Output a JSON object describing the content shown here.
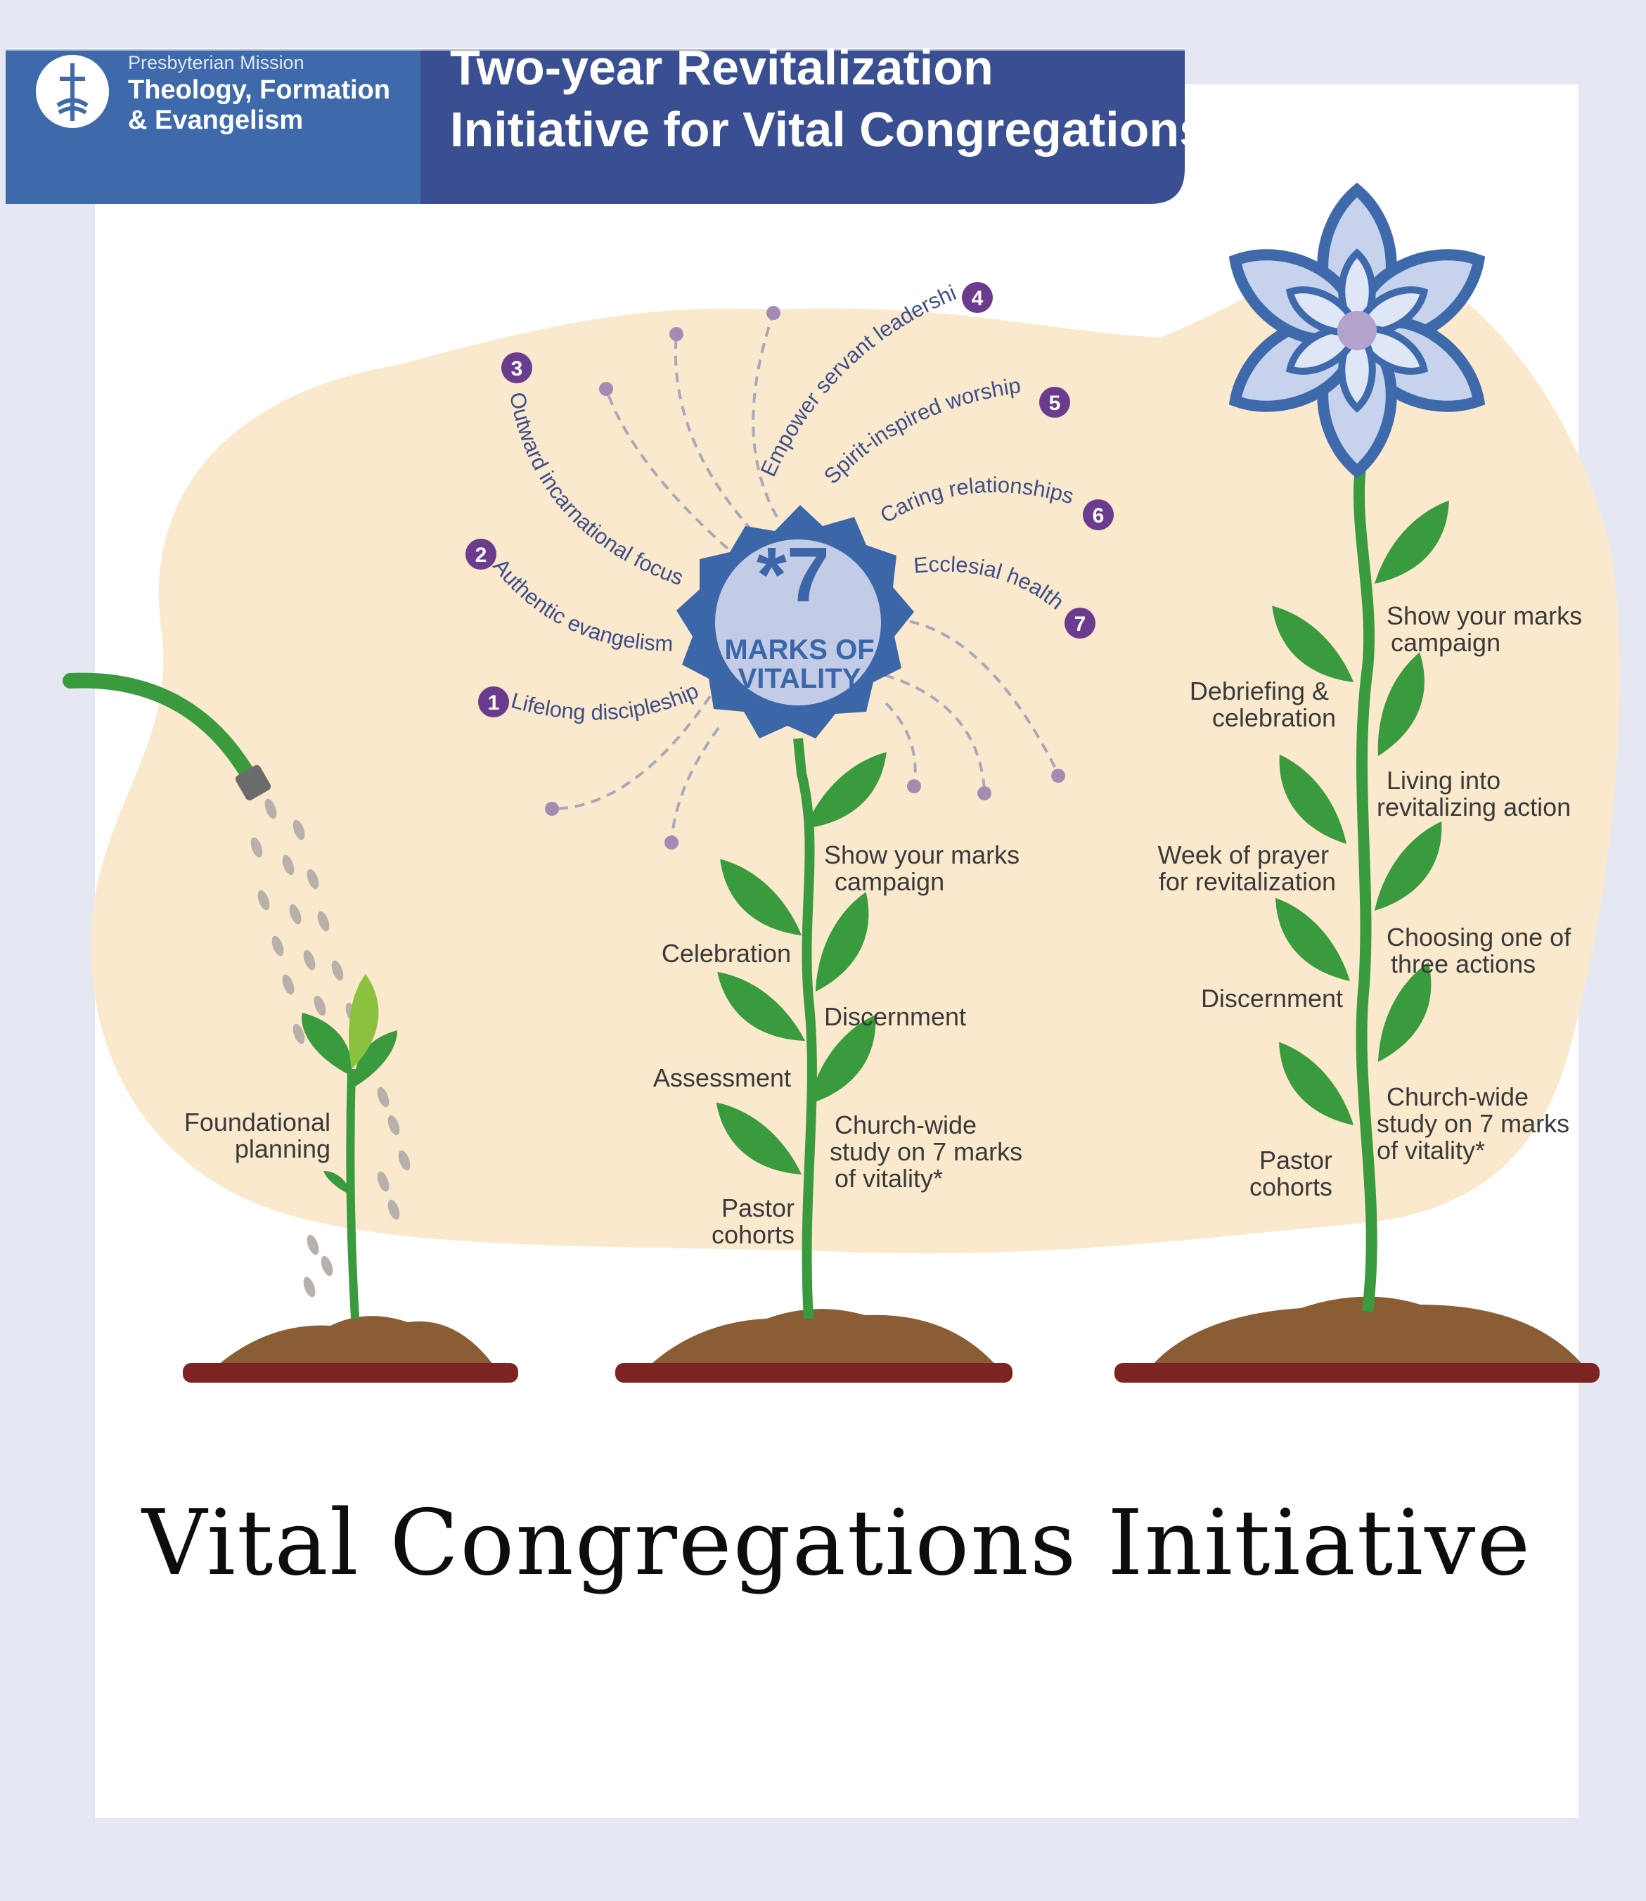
{
  "header": {
    "org_small": "Presbyterian Mission",
    "org_line1": "Theology, Formation",
    "org_line2": "& Evangelism",
    "title_line1": "Two-year Revitalization",
    "title_line2": "Initiative for Vital Congregations"
  },
  "badge": {
    "star_number": "*7",
    "line1": "MARKS OF",
    "line2": "VITALITY"
  },
  "marks": [
    {
      "number": "1",
      "label": "Lifelong discipleship"
    },
    {
      "number": "2",
      "label": "Authentic evangelism"
    },
    {
      "number": "3",
      "label": "Outward incarnational focus"
    },
    {
      "number": "4",
      "label": "Empower servant leadership"
    },
    {
      "number": "5",
      "label": "Spirit-inspired worship"
    },
    {
      "number": "6",
      "label": "Caring relationships"
    },
    {
      "number": "7",
      "label": "Ecclesial health"
    }
  ],
  "plant1": {
    "label_line1": "Foundational",
    "label_line2": "planning"
  },
  "plant2": {
    "show_marks_1": "Show your marks",
    "show_marks_2": "campaign",
    "celebration": "Celebration",
    "discernment": "Discernment",
    "assessment": "Assessment",
    "church_wide_1": "Church-wide",
    "church_wide_2": "study on 7 marks",
    "church_wide_3": "of vitality*",
    "pastor_1": "Pastor",
    "pastor_2": "cohorts"
  },
  "plant3": {
    "show_marks_1": "Show your marks",
    "show_marks_2": "campaign",
    "debrief_1": "Debriefing &",
    "debrief_2": "celebration",
    "living_1": "Living into",
    "living_2": "revitalizing action",
    "week_1": "Week of prayer",
    "week_2": "for revitalization",
    "choosing_1": "Choosing one of",
    "choosing_2": "three actions",
    "discernment": "Discernment",
    "church_wide_1": "Church-wide",
    "church_wide_2": "study on 7 marks",
    "church_wide_3": "of vitality*",
    "pastor_1": "Pastor",
    "pastor_2": "cohorts"
  },
  "caption": "Vital Congregations Initiative",
  "colors": {
    "page_bg": "#e5e7f3",
    "banner_dark": "#3a4f92",
    "banner_light": "#3e6aab",
    "blob": "#fbe9cd",
    "leaf": "#3a9b3e",
    "soil": "#8a5d35",
    "pot": "#7d2423",
    "badge_blue": "#3b66a8",
    "badge_fill": "#c3cce6",
    "mark_purple": "#6b3b8d",
    "label_text": "#3a3a3a"
  }
}
